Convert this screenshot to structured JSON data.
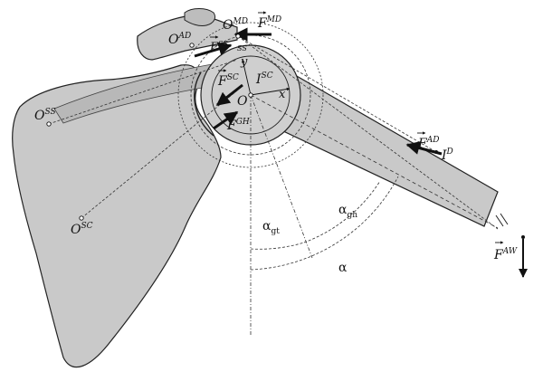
{
  "labels": {
    "o_md": "O",
    "o_md_sup": "MD",
    "f_md": "F",
    "f_md_sup": "MD",
    "o_ad": "O",
    "o_ad_sup": "AD",
    "f_ss": "F",
    "f_ss_sup": "SS",
    "i_ss_sup": "SS",
    "y_axis": "y",
    "x_axis": "x",
    "f_sc": "F",
    "f_sc_sup": "SC",
    "i_sc": "I",
    "i_sc_sup": "SC",
    "o_center": "O",
    "f_gh": "F",
    "f_gh_sup": "GH",
    "o_ss": "O",
    "o_ss_sup": "SS",
    "o_sc": "O",
    "o_sc_sup": "SC",
    "f_ad": "F",
    "f_ad_sup": "AD",
    "i_d": "I",
    "i_d_sup": "D",
    "alpha_gt": "α",
    "alpha_gt_sub": "gt",
    "alpha_gh": "α",
    "alpha_gh_sub": "gh",
    "alpha": "α",
    "f_aw": "F",
    "f_aw_sup": "AW"
  },
  "colors": {
    "bone_fill": "#c9c9c9",
    "stroke": "#222222",
    "background": "#ffffff"
  }
}
